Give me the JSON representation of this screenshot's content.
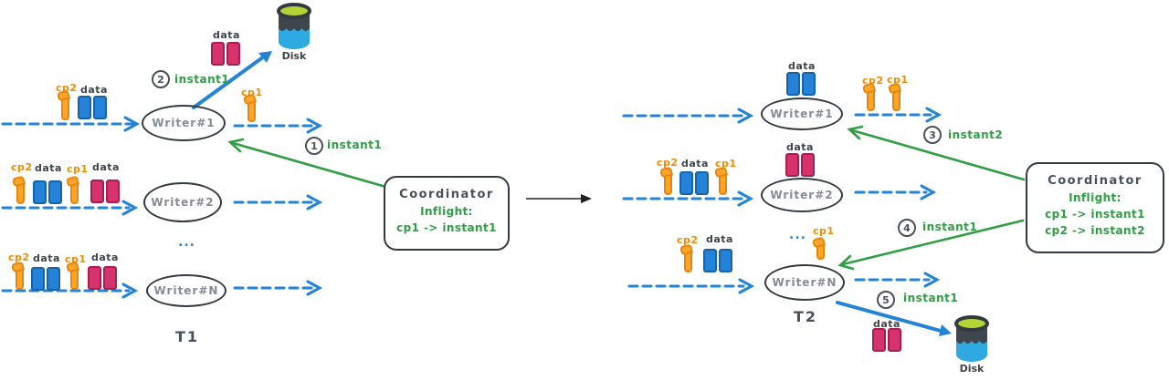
{
  "labels": {
    "cp1": "cp1",
    "cp2": "cp2",
    "data": "data",
    "dots": "...",
    "disk": "Disk"
  },
  "t1": {
    "name": "T1",
    "writers": [
      "Writer#1",
      "Writer#2",
      "Writer#N"
    ],
    "coordinator": {
      "title": "Coordinator",
      "inflight": "Inflight:",
      "entries": [
        "cp1 -> instant1"
      ]
    },
    "steps": [
      {
        "num": "1",
        "text": "instant1"
      },
      {
        "num": "2",
        "text": "instant1"
      }
    ]
  },
  "t2": {
    "name": "T2",
    "writers": [
      "Writer#1",
      "Writer#2",
      "Writer#N"
    ],
    "coordinator": {
      "title": "Coordinator",
      "inflight": "Inflight:",
      "entries": [
        "cp1 -> instant1",
        "cp2 -> instant2"
      ]
    },
    "steps": [
      {
        "num": "3",
        "text": "instant2"
      },
      {
        "num": "4",
        "text": "instant1"
      },
      {
        "num": "5",
        "text": "instant1"
      }
    ]
  },
  "colors": {
    "stream_blue": "#2383d6",
    "data_blue": "#2482d8",
    "data_pink": "#d6336c",
    "checkpoint_orange": "#f9a62b",
    "instant_green": "#2f9e44",
    "outline_ink": "#343a40",
    "disk_lime": "#b4d433",
    "disk_water": "#2fa9e2"
  }
}
